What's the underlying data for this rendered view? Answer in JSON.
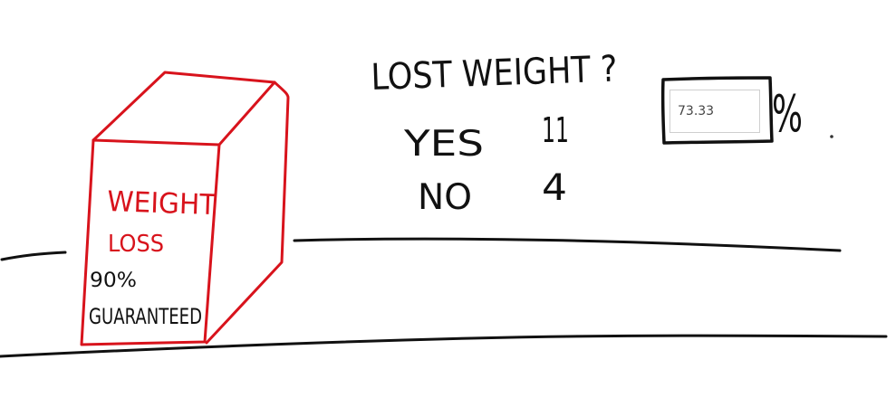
{
  "title": "LOST WEIGHT ?",
  "survey": {
    "yes_label": "YES",
    "yes_count": "11",
    "no_label": "NO",
    "no_count": "4"
  },
  "answer": {
    "value": "73.33",
    "unit": "%"
  },
  "box": {
    "line1": "WEIGHT",
    "line2": "LOSS",
    "line3": "90%",
    "line4": "GUARANTEED"
  },
  "colors": {
    "ink": "#111111",
    "box_red": "#d8131c",
    "input_border": "#cfcfcf"
  }
}
